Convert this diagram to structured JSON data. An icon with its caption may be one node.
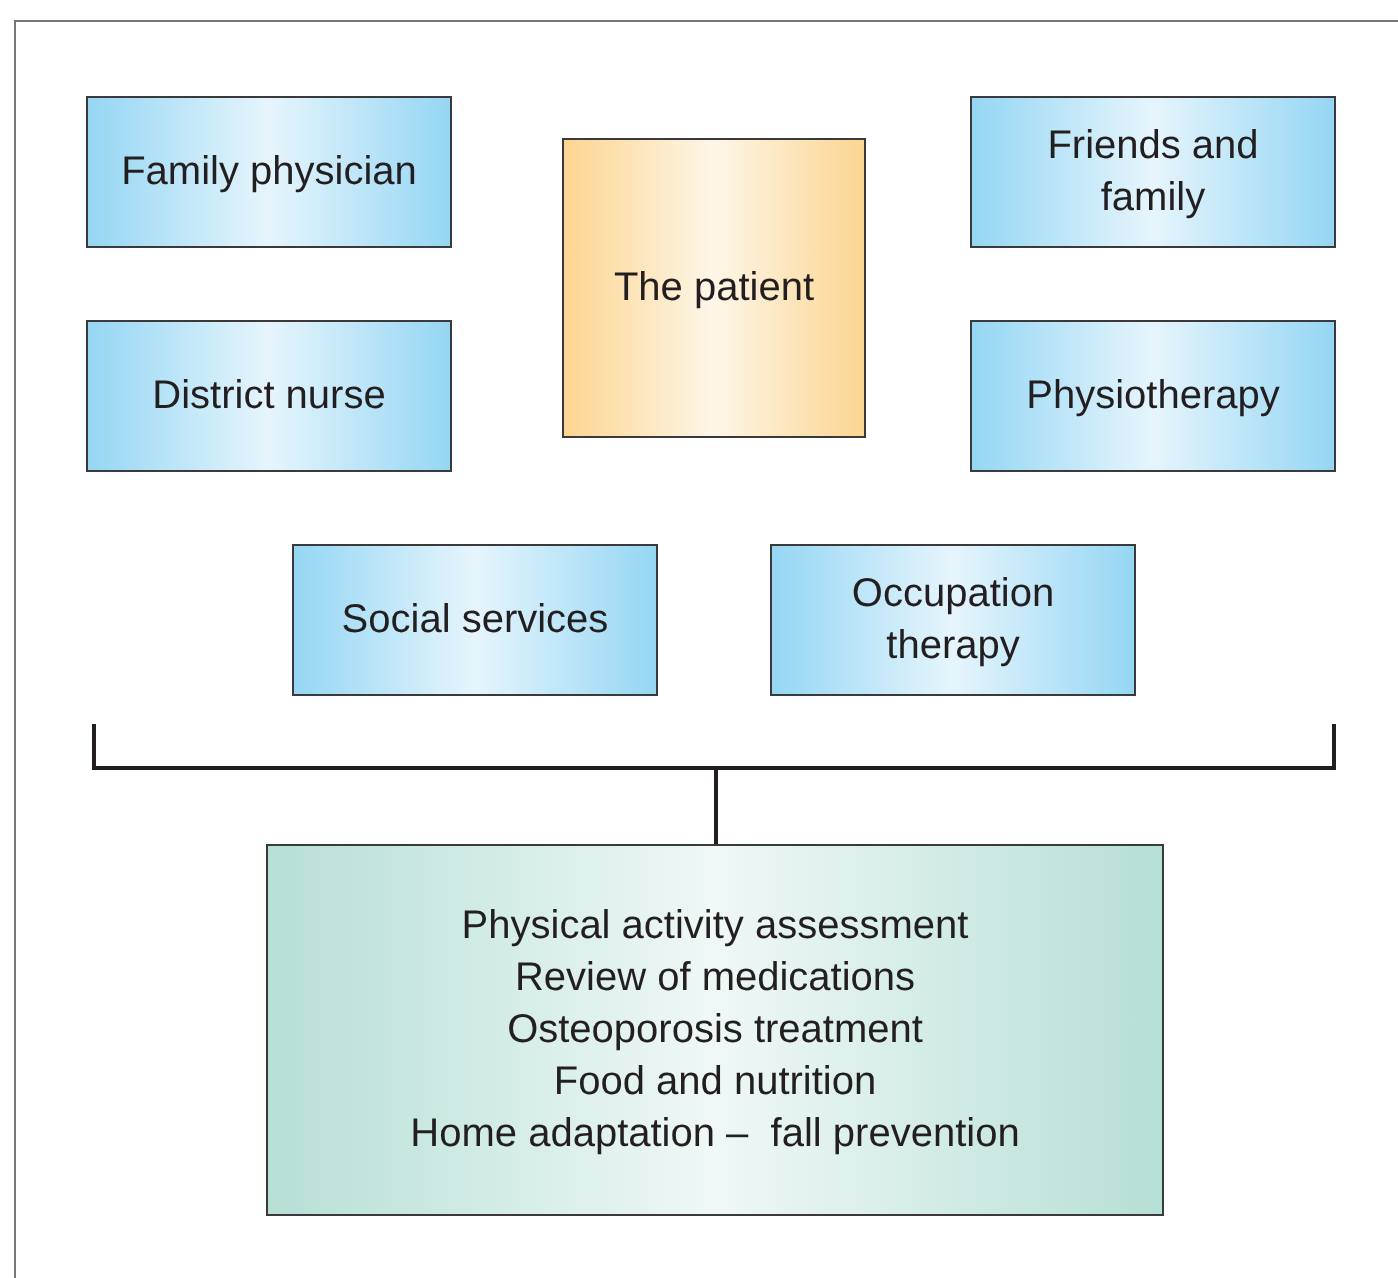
{
  "diagram": {
    "nodes": [
      {
        "text": [
          "Family physician"
        ]
      },
      {
        "text": [
          "The patient"
        ]
      },
      {
        "text": [
          "Friends and family"
        ]
      },
      {
        "text": [
          "District nurse"
        ]
      },
      {
        "text": [
          "Physiotherapy"
        ]
      },
      {
        "text": [
          "Social services"
        ]
      },
      {
        "text": [
          "Occupation therapy"
        ]
      },
      {
        "text": [
          "Physical activity assessment",
          "Review of medications",
          "Osteoporosis treatment",
          "Food and nutrition",
          "Home adaptation –  fall prevention"
        ]
      }
    ]
  }
}
